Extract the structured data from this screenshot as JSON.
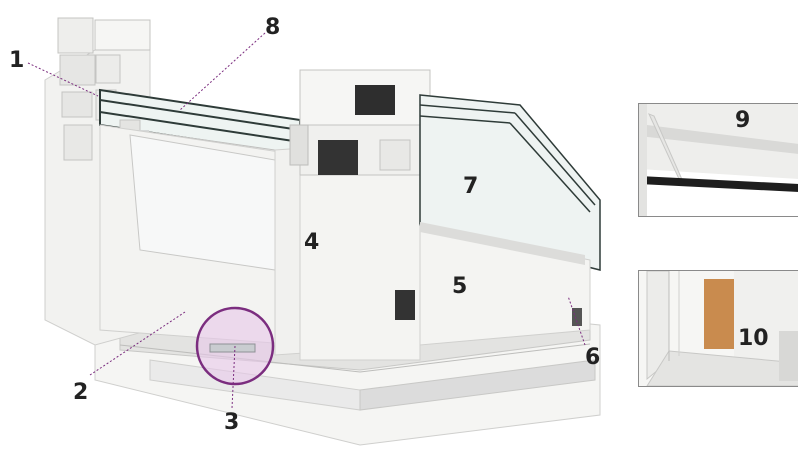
{
  "callouts": {
    "c1": "1",
    "c2": "2",
    "c3": "3",
    "c4": "4",
    "c5": "5",
    "c6": "6",
    "c7": "7",
    "c8": "8",
    "c9": "9",
    "c10": "10"
  },
  "colors": {
    "frame": "#f2f2f0",
    "frame_shadow": "#d8d8d6",
    "glass": "#e9f2f0",
    "glass_edge": "#2e3b38",
    "gasket": "#222222",
    "highlight_ring": "#7b2d7f",
    "highlight_fill": "#e7c8e9",
    "wood": "#c98b4e",
    "leader": "#7b2d7f"
  },
  "icons": [
    "window-cross-section-illustration",
    "detail-inset-photo"
  ]
}
